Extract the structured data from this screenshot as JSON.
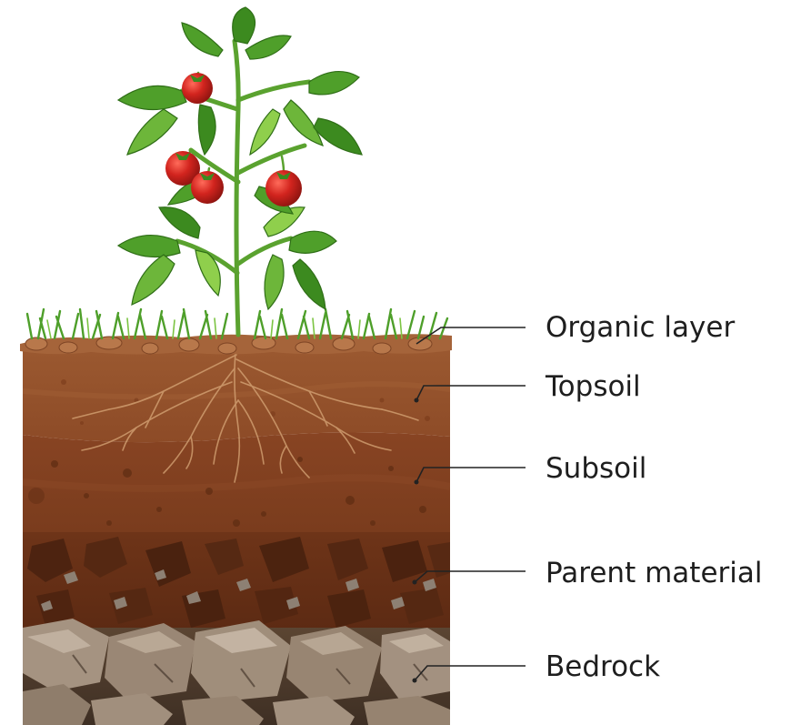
{
  "diagram": {
    "plant": "tomato-plant",
    "layers": [
      {
        "id": "organic",
        "label": "Organic layer",
        "color": "#9a5a30"
      },
      {
        "id": "topsoil",
        "label": "Topsoil",
        "color": "#8b4a26"
      },
      {
        "id": "subsoil",
        "label": "Subsoil",
        "color": "#7a3d1d"
      },
      {
        "id": "parent",
        "label": "Parent material",
        "color": "#6b3216"
      },
      {
        "id": "bedrock",
        "label": "Bedrock",
        "color": "#8a7866"
      }
    ],
    "colors": {
      "grass": "#4e9f2a",
      "leaf": "#3c8a1f",
      "leaf_light": "#8fcf4c",
      "stem": "#5aa22f",
      "tomato": "#d2241e",
      "roots": "#d9a979",
      "rock": "#a89886",
      "text": "#1e1e1e"
    }
  }
}
